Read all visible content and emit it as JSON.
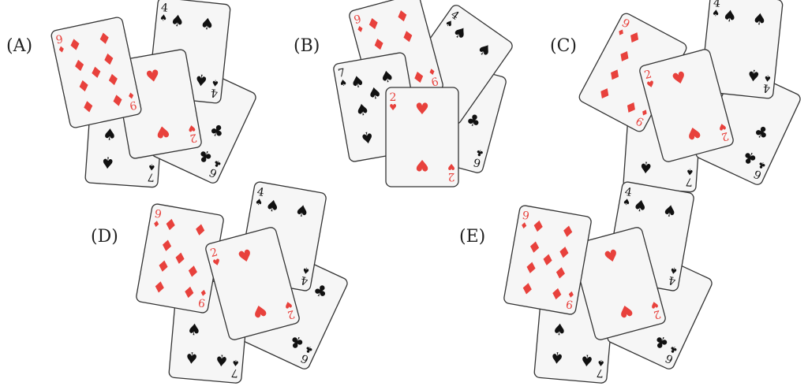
{
  "colors": {
    "red": "#e8413c",
    "black": "#111111",
    "card_fill": "#f6f6f6",
    "card_stroke": "#333333"
  },
  "cards": {
    "nine_diamonds": {
      "rank": "9",
      "suit": "diamond",
      "suit_glyph": "♦",
      "color": "red"
    },
    "four_spades": {
      "rank": "4",
      "suit": "spade",
      "suit_glyph": "♠",
      "color": "black"
    },
    "two_hearts": {
      "rank": "2",
      "suit": "heart",
      "suit_glyph": "♥",
      "color": "red"
    },
    "six_clubs": {
      "rank": "6",
      "suit": "club",
      "suit_glyph": "♣",
      "color": "black"
    },
    "seven_spades": {
      "rank": "7",
      "suit": "spade",
      "suit_glyph": "♠",
      "color": "black"
    }
  },
  "panels": [
    {
      "label": "(A)"
    },
    {
      "label": "(B)"
    },
    {
      "label": "(C)"
    },
    {
      "label": "(D)"
    },
    {
      "label": "(E)"
    }
  ]
}
